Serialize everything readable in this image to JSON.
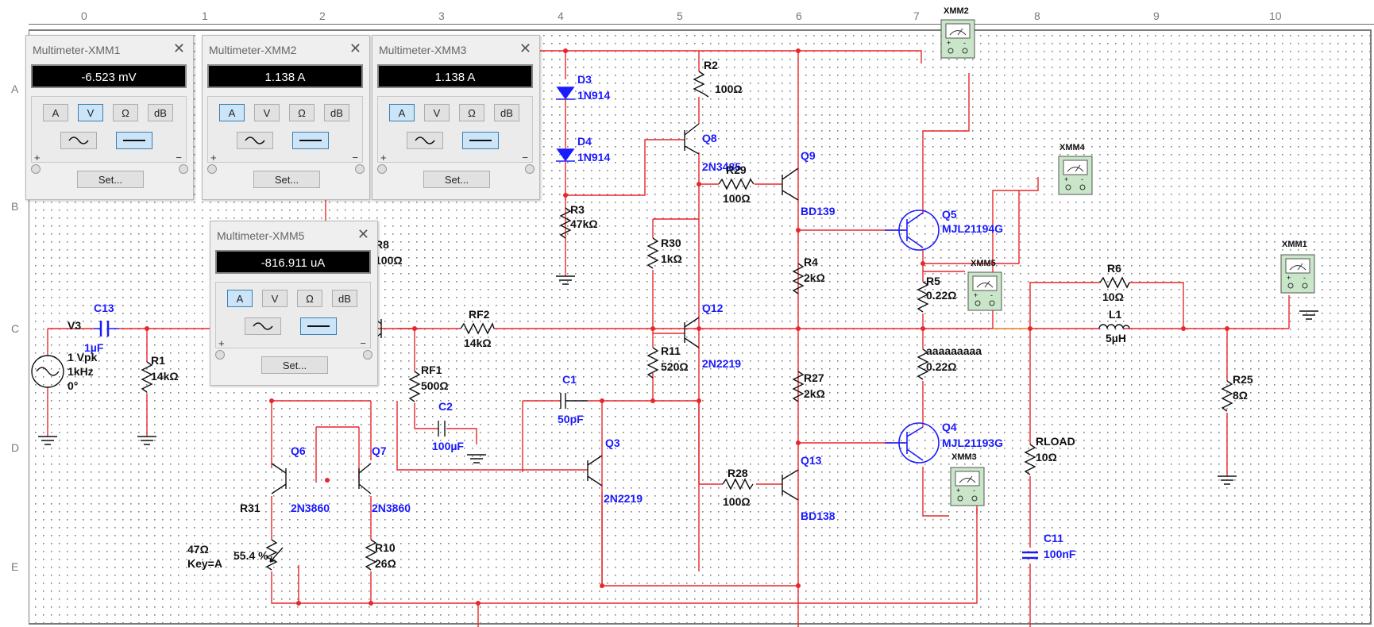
{
  "ruler": {
    "columns": [
      "0",
      "1",
      "2",
      "3",
      "4",
      "5",
      "6",
      "7",
      "8",
      "9",
      "10"
    ],
    "rows": [
      "A",
      "B",
      "C",
      "D",
      "E"
    ]
  },
  "multimeters": [
    {
      "id": "xmm1",
      "title": "Multimeter-XMM1",
      "reading": "-6.523 mV",
      "buttons": [
        "A",
        "V",
        "Ω",
        "dB"
      ],
      "selected_mode": "V",
      "selected_wave": "DC",
      "set_label": "Set...",
      "plus": "+",
      "minus": "−",
      "close": "✕"
    },
    {
      "id": "xmm2",
      "title": "Multimeter-XMM2",
      "reading": "1.138 A",
      "buttons": [
        "A",
        "V",
        "Ω",
        "dB"
      ],
      "selected_mode": "A",
      "selected_wave": "DC",
      "set_label": "Set...",
      "plus": "+",
      "minus": "−",
      "close": "✕"
    },
    {
      "id": "xmm3",
      "title": "Multimeter-XMM3",
      "reading": "1.138 A",
      "buttons": [
        "A",
        "V",
        "Ω",
        "dB"
      ],
      "selected_mode": "A",
      "selected_wave": "DC",
      "set_label": "Set...",
      "plus": "+",
      "minus": "−",
      "close": "✕"
    },
    {
      "id": "xmm5",
      "title": "Multimeter-XMM5",
      "reading": "-816.911 uA",
      "buttons": [
        "A",
        "V",
        "Ω",
        "dB"
      ],
      "selected_mode": "A",
      "selected_wave": "DC",
      "set_label": "Set...",
      "plus": "+",
      "minus": "−",
      "close": "✕"
    }
  ],
  "meter_tags": {
    "xmm1": "XMM1",
    "xmm2": "XMM2",
    "xmm3": "XMM3",
    "xmm4": "XMM4",
    "xmm5": "XMM5"
  },
  "labels": {
    "v3": "V3",
    "v3_amp": "1 Vpk",
    "v3_freq": "1kHz",
    "v3_phase": "0°",
    "c13": "C13",
    "c13_val": "1µF",
    "r1": "R1",
    "r1_val": "14kΩ",
    "r8": "R8",
    "r8_val": "100Ω",
    "rf2": "RF2",
    "rf2_val": "14kΩ",
    "rf1": "RF1",
    "rf1_val": "500Ω",
    "c2": "C2",
    "c2_val": "100µF",
    "c1": "C1",
    "c1_val": "50pF",
    "q3": "Q3",
    "q3_type": "2N2219",
    "q6": "Q6",
    "q6_type": "2N3860",
    "q7": "Q7",
    "q7_type": "2N3860",
    "r31": "R31",
    "r31_val": "47Ω",
    "r31_key": "Key=A",
    "r31_pct": "55.4 %",
    "r10": "R10",
    "r10_val": "26Ω",
    "d3": "D3",
    "d3_type": "1N914",
    "d4": "D4",
    "d4_type": "1N914",
    "r3": "R3",
    "r3_val": "47kΩ",
    "r2": "R2",
    "r2_val": "100Ω",
    "q8": "Q8",
    "q8_type": "2N3485",
    "r29": "R29",
    "r29_val": "100Ω",
    "q9": "Q9",
    "q9_type": "BD139",
    "r30": "R30",
    "r30_val": "1kΩ",
    "q12": "Q12",
    "q12_type": "2N2219",
    "r11": "R11",
    "r11_val": "520Ω",
    "r4": "R4",
    "r4_val": "2kΩ",
    "r27": "R27",
    "r27_val": "2kΩ",
    "r28": "R28",
    "r28_val": "100Ω",
    "q13": "Q13",
    "q13_type": "BD138",
    "q5": "Q5",
    "q5_type": "MJL21194G",
    "r5": "R5",
    "r5_val": "0.22Ω",
    "ra": "aaaaaaaaa",
    "ra_val": "0.22Ω",
    "q4": "Q4",
    "q4_type": "MJL21193G",
    "r6": "R6",
    "r6_val": "10Ω",
    "l1": "L1",
    "l1_val": "5µH",
    "rload": "RLOAD",
    "rload_val": "10Ω",
    "c11": "C11",
    "c11_val": "100nF",
    "r25": "R25",
    "r25_val": "8Ω"
  },
  "colors": {
    "wire": "#e8272b",
    "component": "#000000",
    "blue_label": "#1a1aff",
    "meter_body": "#c9e6c9",
    "probe_wire": "#f29a38"
  }
}
